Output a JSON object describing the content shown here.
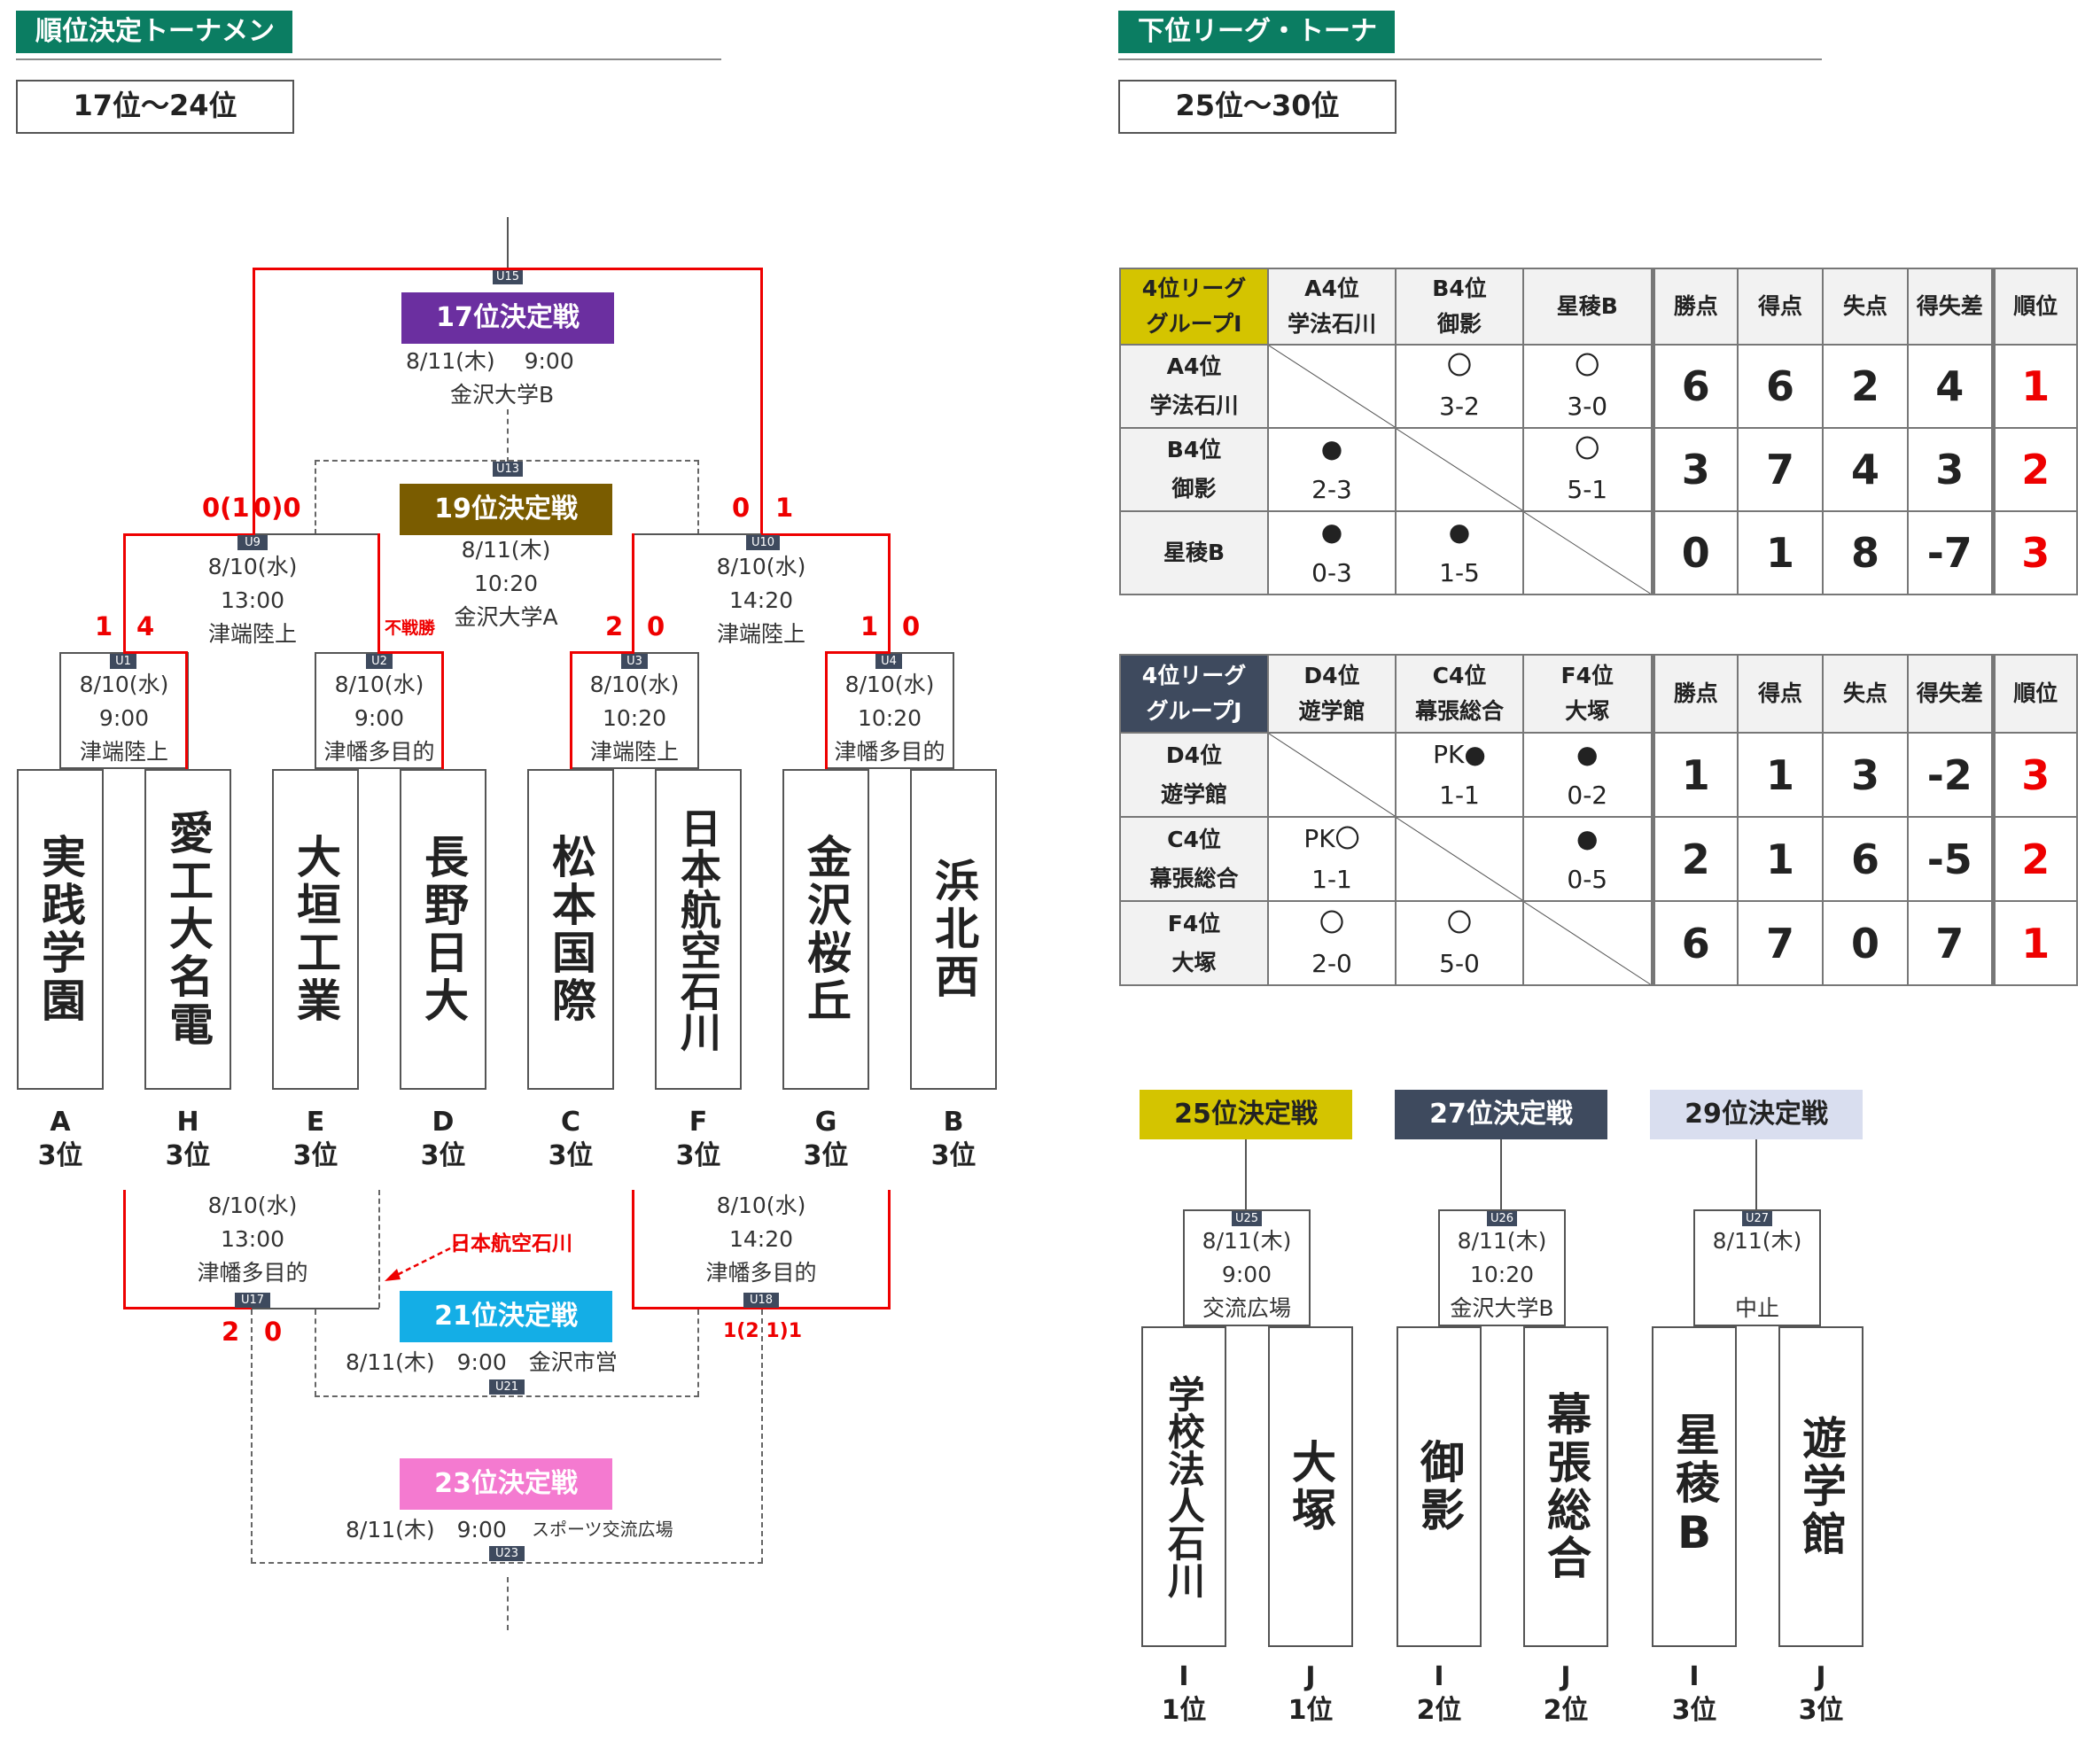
{
  "left": {
    "header": "順位決定トーナメント",
    "range": "17位～24位",
    "final17": {
      "title": "17位決定戦",
      "info": "8/11(木)　  9:00",
      "venue": "金沢大学B",
      "code": "U15"
    },
    "final19": {
      "title": "19位決定戦",
      "info": "8/11(木)\n10:20\n金沢大学A",
      "code": "U13"
    },
    "final21": {
      "title": "21位決定戦",
      "info": "8/11(木)　9:00　金沢市営",
      "code": "U21"
    },
    "final23": {
      "title": "23位決定戦",
      "info_main": "8/11(木)　9:00",
      "info_venue": "スポーツ交流広場",
      "code": "U23"
    },
    "u9": {
      "code": "U9",
      "info": "8/10(水)\n13:00\n津端陸上",
      "score_left": "0(1",
      "score_right": "0)0"
    },
    "u10": {
      "code": "U10",
      "info": "8/10(水)\n14:20\n津端陸上",
      "score_left": "0",
      "score_right": "1"
    },
    "u1": {
      "code": "U1",
      "info": "8/10(水)\n9:00\n津端陸上",
      "score_left": "1",
      "score_right": "4"
    },
    "u2": {
      "code": "U2",
      "info": "8/10(水)\n9:00\n津幡多目的",
      "note": "不戦勝"
    },
    "u3": {
      "code": "U3",
      "info": "8/10(水)\n10:20\n津端陸上",
      "score_left": "2",
      "score_right": "0"
    },
    "u4": {
      "code": "U4",
      "info": "8/10(水)\n10:20\n津幡多目的",
      "score_left": "1",
      "score_right": "0"
    },
    "u17": {
      "code": "U17",
      "info": "8/10(水)\n13:00\n津幡多目的",
      "score_left": "2",
      "score_right": "0"
    },
    "u18": {
      "code": "U18",
      "info": "8/10(水)\n14:20\n津幡多目的",
      "score": "1(2 1)1"
    },
    "annotation": "日本航空石川",
    "teams": [
      {
        "name": "実践学園",
        "group": "A",
        "place": "3位"
      },
      {
        "name": "愛工大名電",
        "group": "H",
        "place": "3位"
      },
      {
        "name": "大垣工業",
        "group": "E",
        "place": "3位"
      },
      {
        "name": "長野日大",
        "group": "D",
        "place": "3位"
      },
      {
        "name": "松本国際",
        "group": "C",
        "place": "3位"
      },
      {
        "name": "日本航空石川",
        "group": "F",
        "place": "3位"
      },
      {
        "name": "金沢桜丘",
        "group": "G",
        "place": "3位"
      },
      {
        "name": "浜北西",
        "group": "B",
        "place": "3位"
      }
    ]
  },
  "right": {
    "header": "下位リーグ・トーナメント",
    "range": "25位～30位",
    "stats_headers": [
      "勝点",
      "得点",
      "失点",
      "得失差",
      "順位"
    ],
    "groupI": {
      "title": "4位リーグ\nグループI",
      "cols": [
        "A4位\n学法石川",
        "B4位\n御影",
        "星稜B"
      ],
      "rows": [
        {
          "label": "A4位\n学法石川",
          "cells": [
            "",
            "〇\n3-2",
            "〇\n3-0"
          ],
          "stats": [
            "6",
            "6",
            "2",
            "4"
          ],
          "rank": "1"
        },
        {
          "label": "B4位\n御影",
          "cells": [
            "●\n2-3",
            "",
            "〇\n5-1"
          ],
          "stats": [
            "3",
            "7",
            "4",
            "3"
          ],
          "rank": "2"
        },
        {
          "label": "星稜B",
          "cells": [
            "●\n0-3",
            "●\n1-5",
            ""
          ],
          "stats": [
            "0",
            "1",
            "8",
            "-7"
          ],
          "rank": "3"
        }
      ]
    },
    "groupJ": {
      "title": "4位リーグ\nグループJ",
      "cols": [
        "D4位\n遊学館",
        "C4位\n幕張総合",
        "F4位\n大塚"
      ],
      "rows": [
        {
          "label": "D4位\n遊学館",
          "cells": [
            "",
            "PK●\n1-1",
            "●\n0-2"
          ],
          "stats": [
            "1",
            "1",
            "3",
            "-2"
          ],
          "rank": "3"
        },
        {
          "label": "C4位\n幕張総合",
          "cells": [
            "PK〇\n1-1",
            "",
            "●\n0-5"
          ],
          "stats": [
            "2",
            "1",
            "6",
            "-5"
          ],
          "rank": "2"
        },
        {
          "label": "F4位\n大塚",
          "cells": [
            "〇\n2-0",
            "〇\n5-0",
            ""
          ],
          "stats": [
            "6",
            "7",
            "0",
            "7"
          ],
          "rank": "1"
        }
      ]
    },
    "placement": [
      {
        "title": "25位決定戦",
        "code": "U25",
        "info": "8/11(木)\n9:00\n交流広場",
        "color": "#d4c400",
        "text_color": "#222",
        "teams": [
          {
            "name": "学校法人石川",
            "group": "I",
            "place": "1位"
          },
          {
            "name": "大塚",
            "group": "J",
            "place": "1位"
          }
        ]
      },
      {
        "title": "27位決定戦",
        "code": "U26",
        "info": "8/11(木)\n10:20\n金沢大学B",
        "color": "#3e4a5e",
        "text_color": "#fff",
        "teams": [
          {
            "name": "御影",
            "group": "I",
            "place": "2位"
          },
          {
            "name": "幕張総合",
            "group": "J",
            "place": "2位"
          }
        ]
      },
      {
        "title": "29位決定戦",
        "code": "U27",
        "info": "8/11(木)\n\n中止",
        "color": "#d9deef",
        "text_color": "#222",
        "teams": [
          {
            "name": "星稜B",
            "group": "I",
            "place": "3位"
          },
          {
            "name": "遊学館",
            "group": "J",
            "place": "3位"
          }
        ]
      }
    ]
  },
  "colors": {
    "accent_green": "#0b7d62",
    "winner_line": "#e00000",
    "final17": "#6b2fa0",
    "final19": "#7a5c00",
    "final21": "#14aee6",
    "final23": "#f47ad0",
    "group_I_header": "#d4c400",
    "group_J_header": "#3e4a5e"
  }
}
